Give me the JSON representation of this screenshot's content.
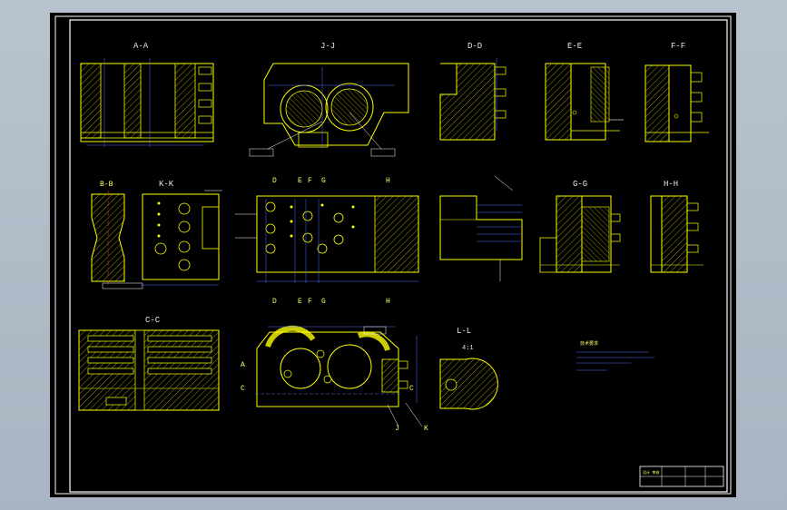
{
  "drawing": {
    "views": {
      "aa": "A-A",
      "jj": "J-J",
      "dd": "D-D",
      "ee": "E-E",
      "ff": "F-F",
      "bb": "B-B",
      "kk": "K-K",
      "gg": "G-G",
      "hh": "H-H",
      "cc": "C-C",
      "ll": "L-L",
      "ll_scale": "4:1"
    },
    "section_markers": {
      "d": "D",
      "e": "E",
      "f": "F",
      "g": "G",
      "h": "H",
      "a": "A",
      "c": "C",
      "j": "J",
      "k": "K"
    },
    "tech_requirements": "技术要求",
    "title_block": "设计 审核"
  },
  "colors": {
    "background": "#000000",
    "frame": "#ffffff",
    "outline": "#ffff00",
    "hatch": "#b8b800",
    "dimension": "#5a6cff",
    "center": "#ff4040",
    "text": "#e8e8e8"
  }
}
